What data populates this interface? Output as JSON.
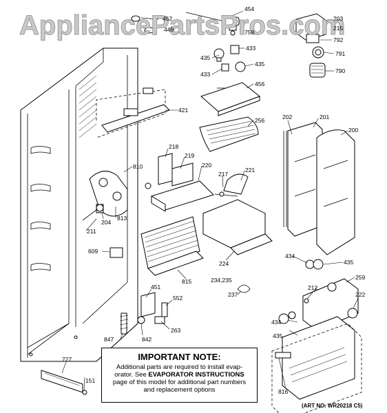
{
  "watermark": "AppliancePartsPros.com",
  "labels": {
    "p454": "454",
    "p452": "452",
    "p449": "449",
    "p758": "758",
    "p203": "203",
    "p215": "215",
    "p792": "792",
    "p791": "791",
    "p790": "790",
    "p433a": "433",
    "p435a": "435",
    "p433b": "433",
    "p435b": "435",
    "p456": "456",
    "p421": "421",
    "p256": "256",
    "p202": "202",
    "p201": "201",
    "p200": "200",
    "p218": "218",
    "p219": "219",
    "p220": "220",
    "p221": "221",
    "p217": "217",
    "p810": "810",
    "p211": "211",
    "p204": "204",
    "p813": "813",
    "p609": "609",
    "p815": "815",
    "p224": "224",
    "p234": "234,235",
    "p237": "237",
    "p434a": "434",
    "p435c": "435",
    "p212": "212",
    "p259": "259",
    "p222": "222",
    "p434b": "434",
    "p435d": "435",
    "p451": "451",
    "p552": "552",
    "p263": "263",
    "p847": "847",
    "p842": "842",
    "p727": "727",
    "p151": "151",
    "p816": "816"
  },
  "note": {
    "title": "IMPORTANT NOTE:",
    "line1": "Additional parts are required to install evap-",
    "line2_pre": "orator. See ",
    "line2_bold": "EVAPORATOR INSTRUCTIONS",
    "line3": "page of this model for additional part numbers",
    "line4": "and replacement options"
  },
  "art_number": "(ART NO. WR20218 C5)"
}
